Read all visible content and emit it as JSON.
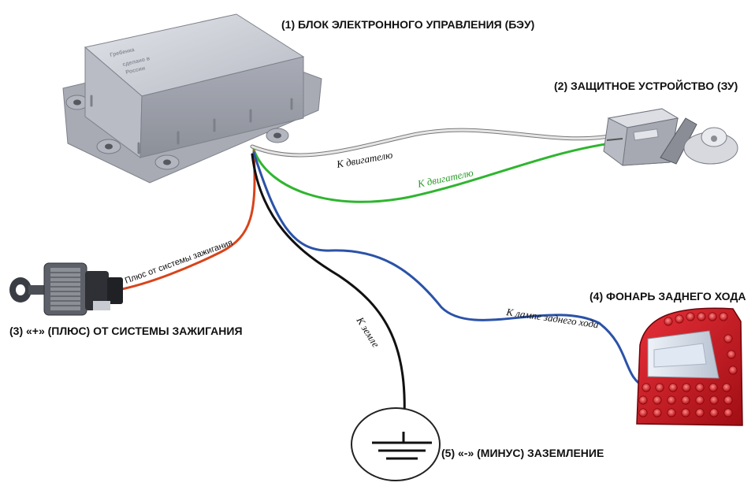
{
  "labels": {
    "control_unit": "(1) БЛОК ЭЛЕКТРОННОГО УПРАВЛЕНИЯ (БЭУ)",
    "protection_device": "(2) ЗАЩИТНОЕ УСТРОЙСТВО (ЗУ)",
    "ignition_plus": "(3) «+» (ПЛЮС) ОТ СИСТЕМЫ ЗАЖИГАНИЯ",
    "reverse_lamp": "(4) ФОНАРЬ ЗАДНЕГО ХОДА",
    "ground": "(5) «-» (МИНУС) ЗАЗЕМЛЕНИЕ"
  },
  "wire_labels": {
    "white_wire": "К двигателю",
    "green_wire": "К двигателю",
    "red_wire": "Плюс от системы зажигания",
    "blue_wire": "К лампе заднего хода",
    "black_wire": "К земле"
  },
  "device_marking": {
    "brand": "Гребенка",
    "made_in": "сделано в",
    "country": "России"
  },
  "colors": {
    "white_wire": "#d8d8d8",
    "green_wire": "#2fb52f",
    "red_wire": "#d9431a",
    "blue_wire": "#2b52a8",
    "black_wire": "#111111",
    "housing": "#c9cbd2",
    "lamp_red": "#c8141c"
  }
}
